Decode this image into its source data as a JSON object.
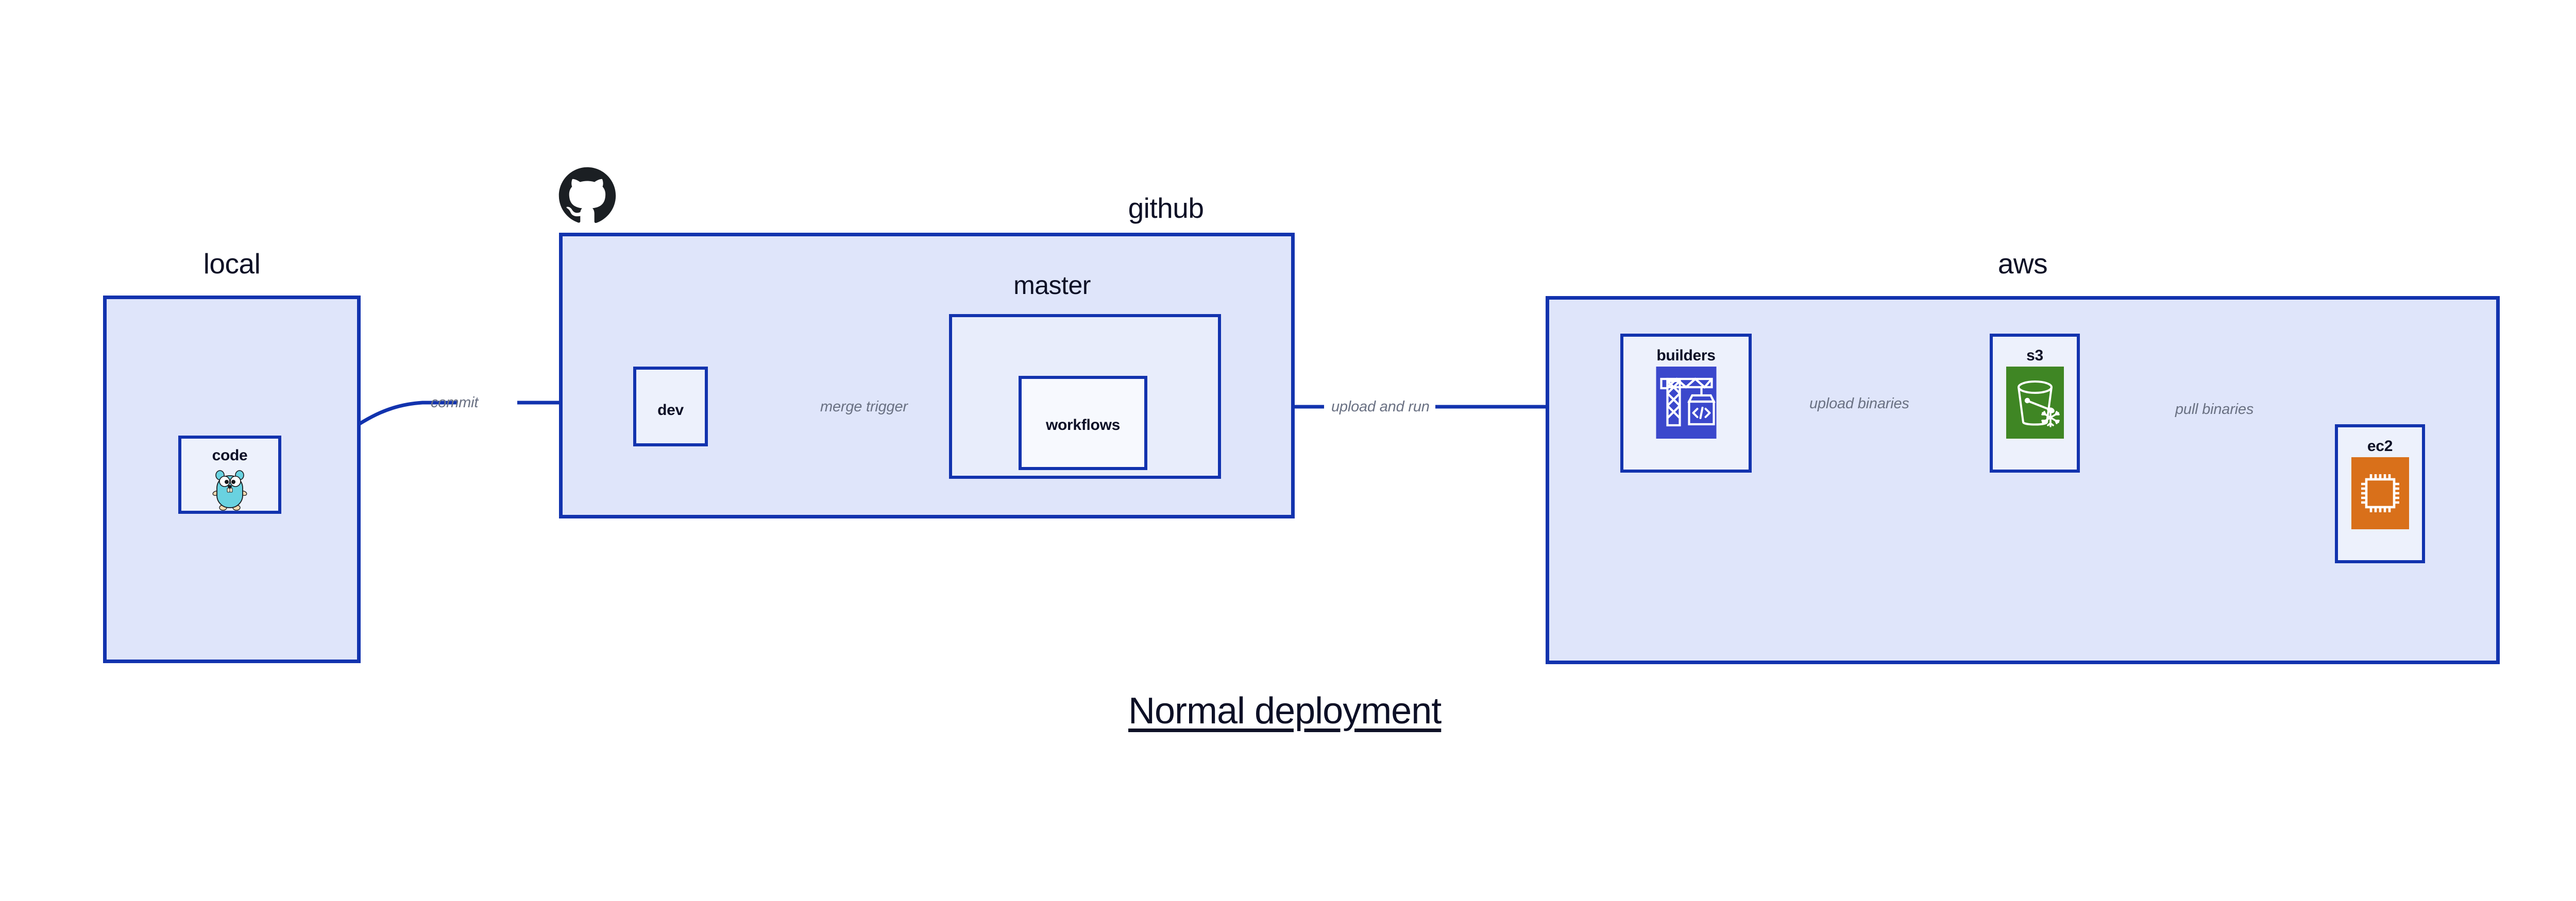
{
  "diagram": {
    "caption": "Normal deployment",
    "background_color": "#ffffff",
    "accent_color": "#1233ae",
    "group_fill": "#dfe5fa",
    "sub_fill": "#e8edfb",
    "node_fill": "#edf1fc",
    "label_color": "#6a7183"
  },
  "groups": {
    "local": {
      "title": "local",
      "nodes": {
        "code": {
          "label": "code",
          "icon": "go-gopher-icon"
        }
      }
    },
    "github": {
      "title": "github",
      "logo": "github-octocat-icon",
      "nodes": {
        "dev": {
          "label": "dev"
        }
      },
      "sub": {
        "master": {
          "title": "master",
          "nodes": {
            "workflows": {
              "label": "workflows"
            }
          }
        }
      }
    },
    "aws": {
      "title": "aws",
      "nodes": {
        "builders": {
          "label": "builders",
          "icon": "aws-codebuild-icon",
          "icon_color": "#3b48cc"
        },
        "s3": {
          "label": "s3",
          "icon": "aws-s3-glacier-icon",
          "icon_color": "#3f8624"
        },
        "ec2": {
          "label": "ec2",
          "icon": "aws-ec2-icon",
          "icon_color": "#d9701a"
        }
      }
    }
  },
  "edges": [
    {
      "id": "commit",
      "label": "commit",
      "from": "code",
      "to": "dev"
    },
    {
      "id": "merge-trigger",
      "label": "merge trigger",
      "from": "dev",
      "to": "workflows"
    },
    {
      "id": "upload-and-run",
      "label": "upload and run",
      "from": "workflows",
      "to": "builders"
    },
    {
      "id": "upload-binaries",
      "label": "upload binaries",
      "from": "builders",
      "to": "s3"
    },
    {
      "id": "pull-binaries",
      "label": "pull binaries",
      "from": "s3",
      "to": "ec2"
    }
  ]
}
